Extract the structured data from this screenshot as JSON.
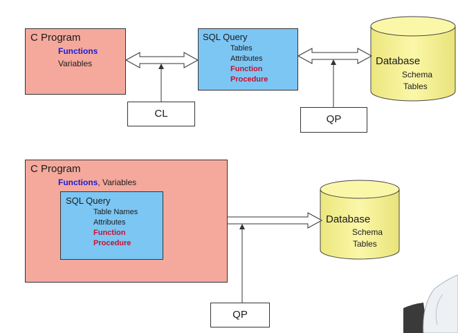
{
  "top": {
    "c_program": {
      "title": "C Program",
      "functions": "Functions",
      "variables": "Variables"
    },
    "sql_query": {
      "title": "SQL Query",
      "tables": "Tables",
      "attributes": "Attributes",
      "function": "Function",
      "procedure": "Procedure"
    },
    "database": {
      "title": "Database",
      "schema": "Schema",
      "tables": "Tables"
    },
    "cl": "CL",
    "qp": "QP"
  },
  "bottom": {
    "c_program": {
      "title": "C Program",
      "functions": "Functions",
      "variables": ", Variables"
    },
    "sql_query": {
      "title": "SQL Query",
      "table_names": "Table Names",
      "attributes": "Attributes",
      "function": "Function",
      "procedure": "Procedure"
    },
    "database": {
      "title": "Database",
      "schema": "Schema",
      "tables": "Tables"
    },
    "qp": "QP"
  },
  "colors": {
    "c_program_fill": "#f4a99c",
    "sql_fill": "#7cc6f4",
    "database_fill": "#f7f39a",
    "keyword_blue": "#1b1bd6",
    "keyword_red": "#c8102e"
  }
}
